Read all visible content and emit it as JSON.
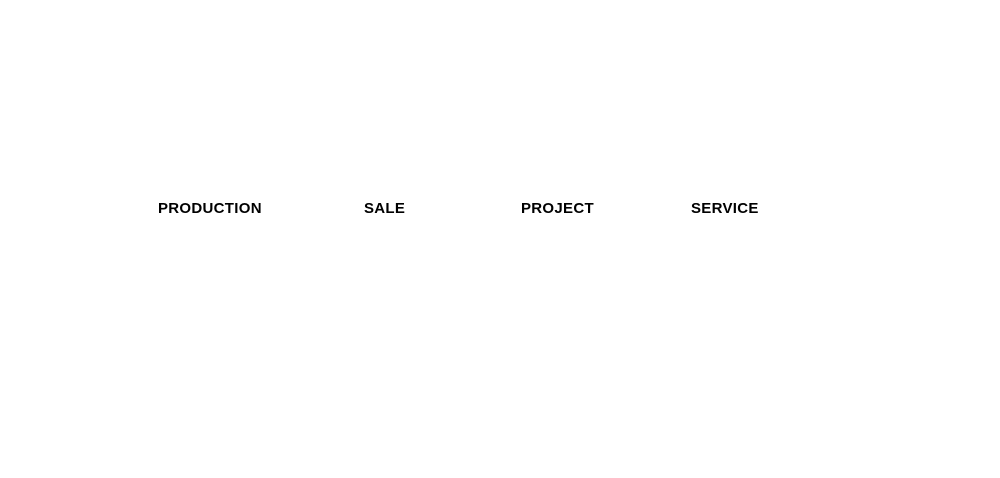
{
  "menu": {
    "items": [
      {
        "label": "PRODUCTION"
      },
      {
        "label": "SALE"
      },
      {
        "label": "PROJECT"
      },
      {
        "label": "SERVICE"
      }
    ]
  }
}
